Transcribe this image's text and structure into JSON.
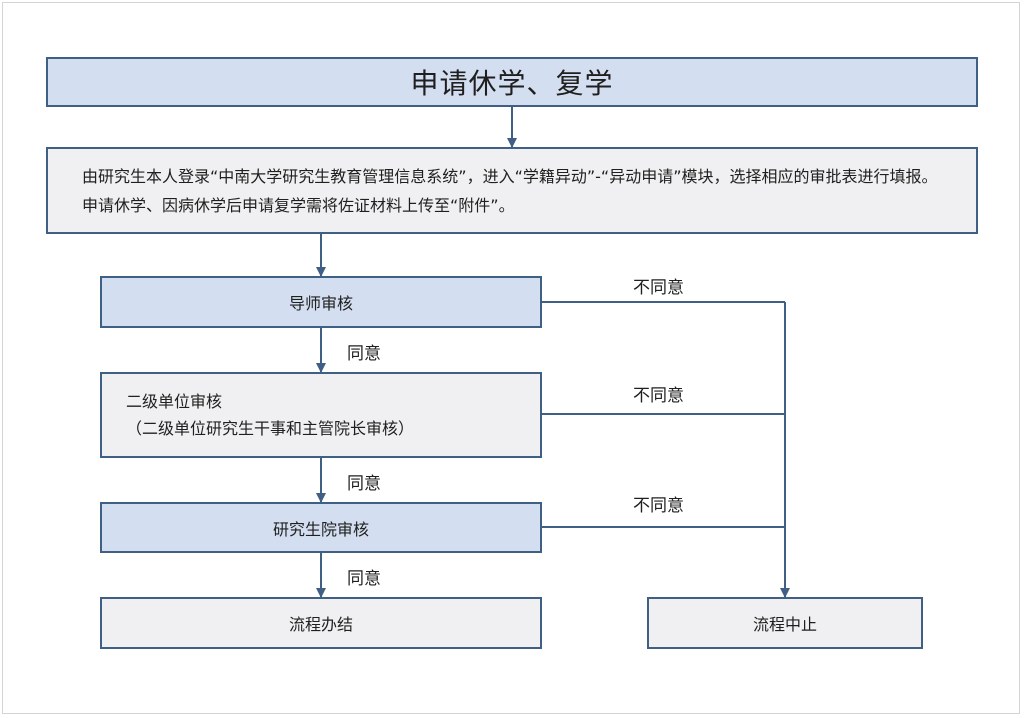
{
  "title": "申请休学、复学",
  "intro": "由研究生本人登录“中南大学研究生教育管理信息系统”，进入“学籍异动”-“异动申请”模块，选择相应的审批表进行填报。申请休学、因病休学后申请复学需将佐证材料上传至“附件”。",
  "steps": {
    "advisor": "导师审核",
    "unit_line1": "二级单位审核",
    "unit_line2": "（二级单位研究生干事和主管院长审核）",
    "graduate_school": "研究生院审核",
    "done": "流程办结",
    "stop": "流程中止"
  },
  "labels": {
    "agree": "同意",
    "disagree": "不同意"
  },
  "colors": {
    "border": "#3f5f85",
    "blue_fill": "#d3def0",
    "gray_fill": "#f0f0f2"
  }
}
